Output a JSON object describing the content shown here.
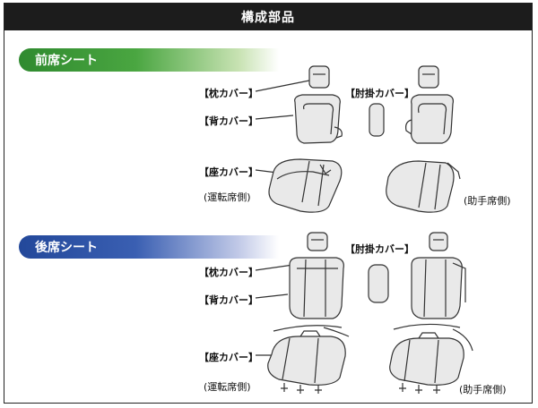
{
  "title": "構成部品",
  "front": {
    "heading": "前席シート",
    "labels": {
      "headrest": "【枕カバー】",
      "back": "【背カバー】",
      "seat": "【座カバー】",
      "armrest": "【肘掛カバー】",
      "driver": "(運転席側)",
      "passenger": "(助手席側)"
    }
  },
  "rear": {
    "heading": "後席シート",
    "labels": {
      "armrest": "【肘掛カバー】",
      "headrest": "【枕カバー】",
      "back": "【背カバー】",
      "seat": "【座カバー】",
      "driver": "(運転席側)",
      "passenger": "(助手席側)"
    }
  }
}
